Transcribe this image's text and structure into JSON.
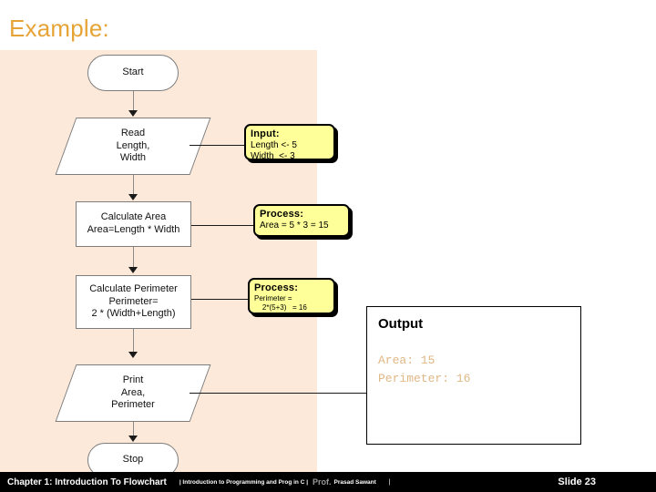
{
  "slide": {
    "title": "Example:",
    "title_color": "#e7a436",
    "panel_color": "#fce9d9",
    "background": "#ffffff"
  },
  "flowchart": {
    "nodes": [
      {
        "id": "start",
        "shape": "terminal",
        "text": "Start"
      },
      {
        "id": "read",
        "shape": "parallelogram",
        "text": "Read\nLength,\nWidth"
      },
      {
        "id": "area",
        "shape": "process",
        "text": "Calculate Area\nArea=Length * Width"
      },
      {
        "id": "perimeter",
        "shape": "process",
        "text": "Calculate Perimeter\nPerimeter=\n2 * (Width+Length)"
      },
      {
        "id": "print",
        "shape": "parallelogram",
        "text": "Print\nArea,\nPerimeter"
      },
      {
        "id": "stop",
        "shape": "terminal",
        "text": "Stop"
      }
    ]
  },
  "notes": [
    {
      "id": "input-note",
      "title": "Input:",
      "lines": [
        "Length <- 5",
        "Width  <- 3"
      ],
      "fill": "#ffff99"
    },
    {
      "id": "process-area-note",
      "title": "Process:",
      "lines": [
        "Area = 5 * 3 = 15"
      ],
      "fill": "#ffff99"
    },
    {
      "id": "process-perimeter-note",
      "title": "Process:",
      "lines": [
        "Perimeter =",
        "    2*(5+3)   = 16"
      ],
      "fill": "#ffff99"
    }
  ],
  "output": {
    "title": "Output",
    "lines": [
      "Area: 15",
      "Perimeter: 16"
    ],
    "text_color": "#e0b886"
  },
  "footer": {
    "chapter": "Chapter 1: Introduction To Flowchart",
    "course": "| Introduction to Programming and Prog in C |",
    "prof_label": "Prof.",
    "prof_name": "Prasad Sawant",
    "end_sep": "|",
    "slide_number": "Slide 23"
  }
}
